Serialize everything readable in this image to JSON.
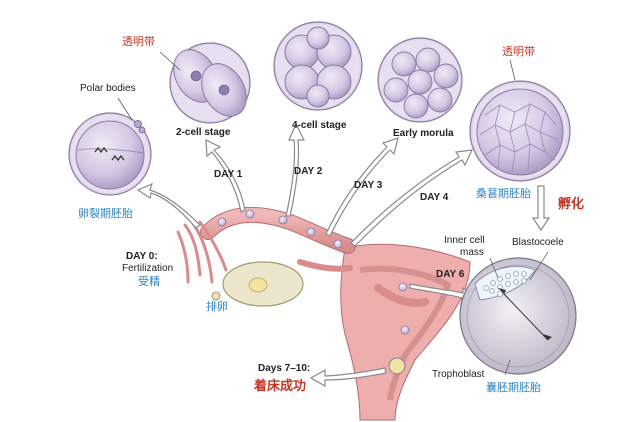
{
  "labels": {
    "zona_top_left": "透明带",
    "zona_top_right": "透明带",
    "polar_bodies": "Polar bodies",
    "two_cell": "2-cell stage",
    "four_cell": "4-cell stage",
    "early_morula": "Early morula",
    "cleavage_embryo": "卵裂期胚胎",
    "morula_zh": "桑葚期胚胎",
    "hatching": "孵化",
    "day1": "DAY 1",
    "day2": "DAY 2",
    "day3": "DAY 3",
    "day4": "DAY 4",
    "day0": "DAY 0:",
    "fertilization": "Fertilization",
    "fertilization_zh": "受精",
    "ovulation_zh": "排卵",
    "inner_cell_mass_1": "Inner cell",
    "inner_cell_mass_2": "mass",
    "blastocoele": "Blastocoele",
    "day6": "DAY 6",
    "trophoblast": "Trophoblast",
    "blastocyst_zh": "囊胚期胚胎",
    "days_7_10": "Days 7–10:",
    "implantation_zh": "着床成功"
  },
  "colors": {
    "embryo_fill": "#d9cce6",
    "embryo_edge": "#8a7aa3",
    "tube": "#e6a3a3",
    "tube_edge": "#b56b6b",
    "arrow_fill": "#ffffff",
    "arrow_edge": "#888888",
    "red_text": "#c0392b",
    "blue_text": "#2e86c1"
  }
}
